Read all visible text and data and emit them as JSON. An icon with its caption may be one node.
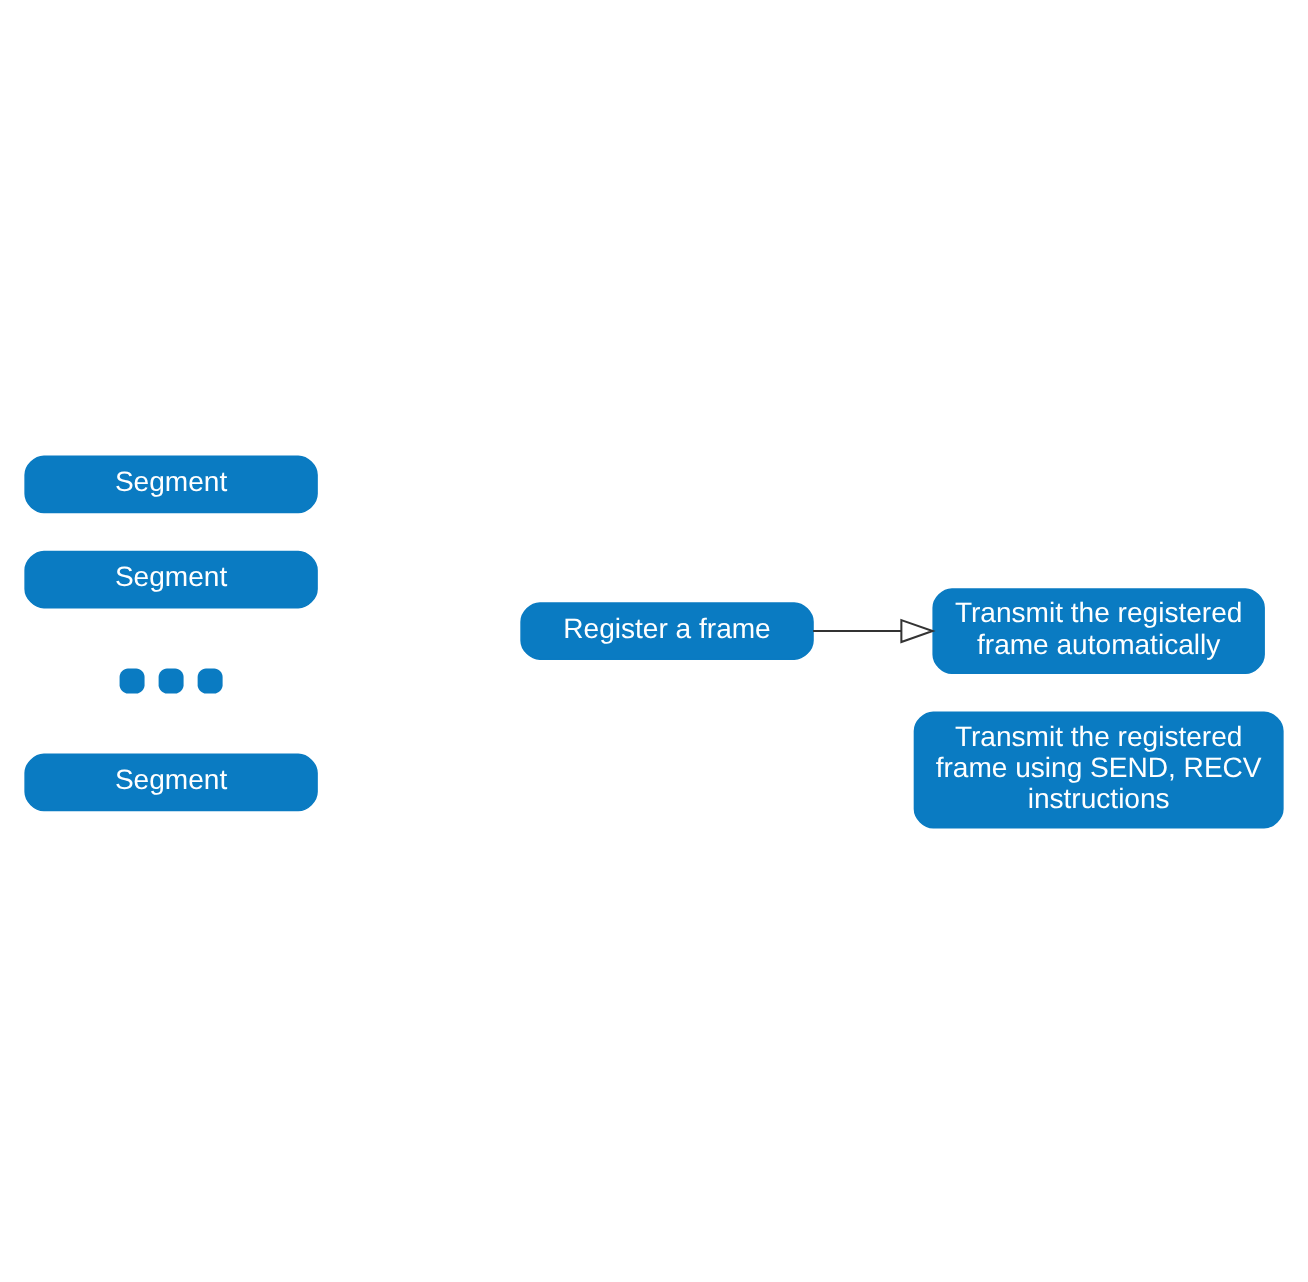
{
  "diagram": {
    "nodes": [
      {
        "text": [
          "Segment"
        ]
      },
      {
        "text": [
          "Segment"
        ]
      },
      {
        "text": [],
        "shape": "dots"
      },
      {
        "text": [
          "Segment"
        ]
      },
      {
        "text": [
          "Register a frame"
        ]
      },
      {
        "text": [
          "Transmit the registered frame automatically"
        ]
      },
      {
        "text": [
          "Transmit the registered frame using SEND, RECV instructions"
        ]
      }
    ],
    "edges": [
      {
        "from": 4,
        "to": 5,
        "arrow": "to"
      }
    ]
  }
}
